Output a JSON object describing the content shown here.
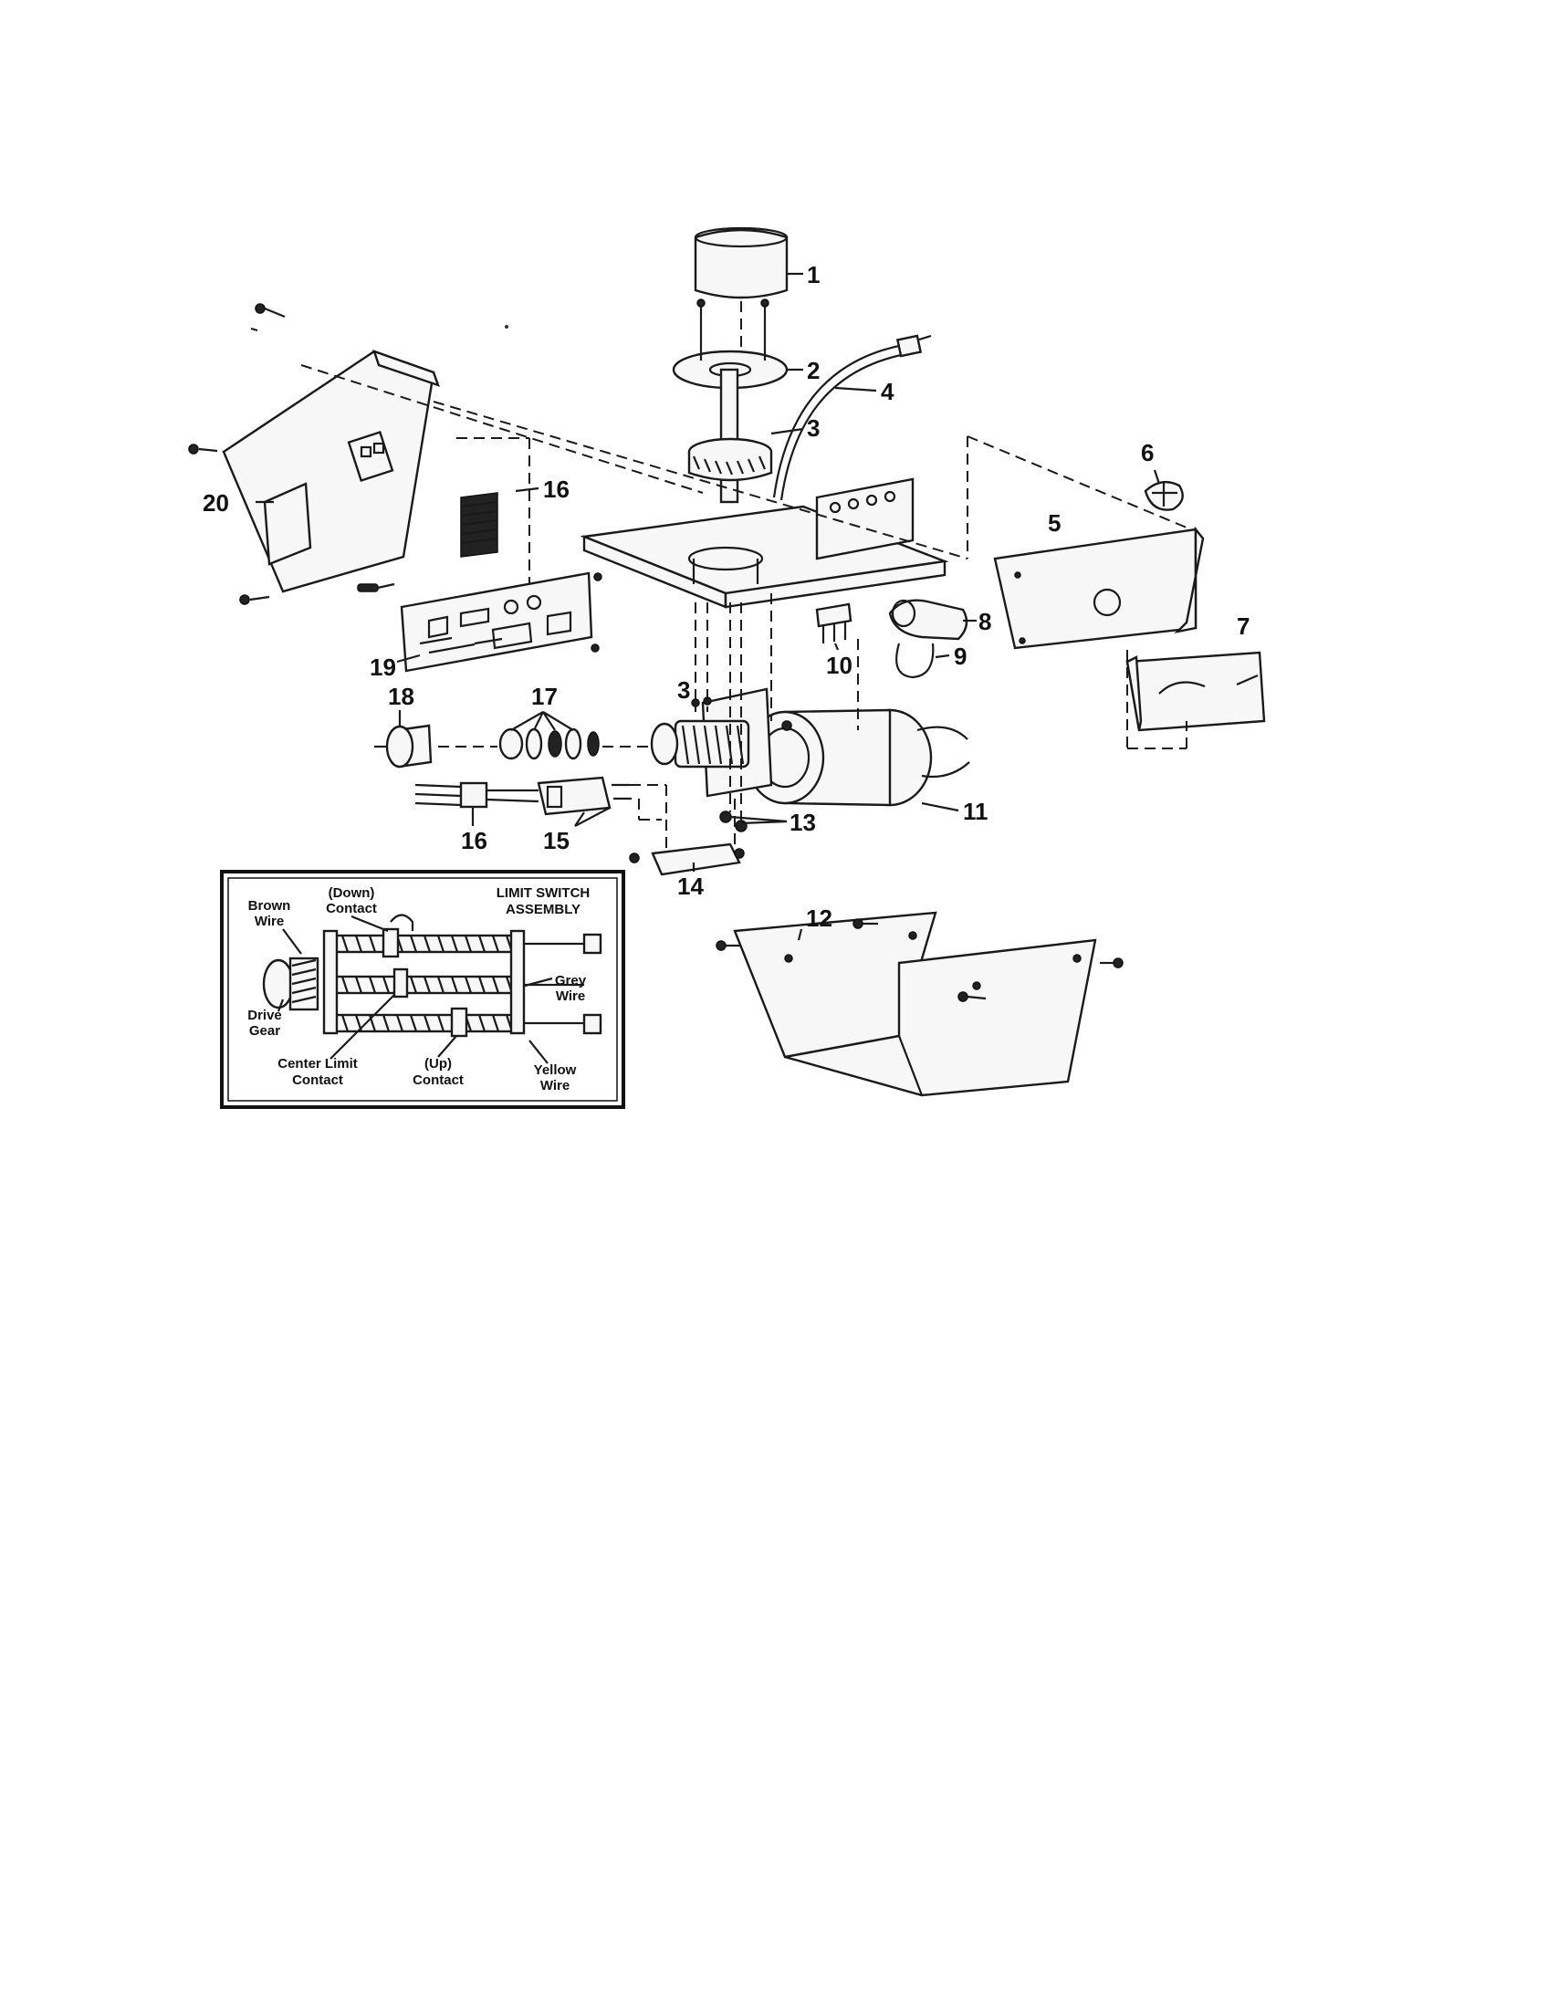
{
  "part_callouts": [
    "1",
    "2",
    "3",
    "4",
    "5",
    "6",
    "7",
    "8",
    "9",
    "10",
    "11",
    "12",
    "13",
    "14",
    "15",
    "16",
    "17",
    "18",
    "19",
    "20",
    "3",
    "16"
  ],
  "inset": {
    "title_line1": "LIMIT SWITCH",
    "title_line2": "ASSEMBLY",
    "labels": {
      "down_contact_1": "(Down)",
      "down_contact_2": "Contact",
      "brown_wire_1": "Brown",
      "brown_wire_2": "Wire",
      "grey_wire_1": "Grey",
      "grey_wire_2": "Wire",
      "drive_gear_1": "Drive",
      "drive_gear_2": "Gear",
      "center_limit_1": "Center Limit",
      "center_limit_2": "Contact",
      "up_contact_1": "(Up)",
      "up_contact_2": "Contact",
      "yellow_wire_1": "Yellow",
      "yellow_wire_2": "Wire"
    }
  }
}
